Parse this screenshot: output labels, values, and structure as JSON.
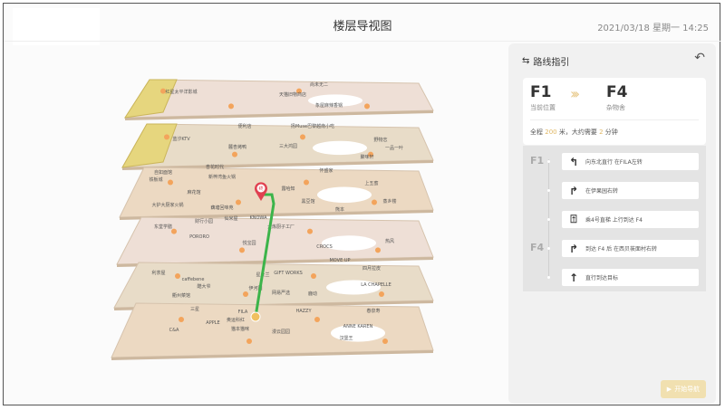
{
  "header": {
    "title": "楼层导视图",
    "datetime": "2021/03/18 星期一 14:25"
  },
  "map": {
    "pin_label": "终",
    "route_color": "#3cb44a",
    "floor_colors": [
      "#eedfd6",
      "#e8dcc8",
      "#ecd9c2"
    ],
    "stores": [
      "红星太平洋影城",
      "尚未无二",
      "天猫旧物商店",
      "象屋麻辣香锅",
      "蓝汐KTV",
      "便利店",
      "扬Muse巴黎越南小吃",
      "麓杏烤鸭",
      "三大鸿园",
      "野物志",
      "一品一叶",
      "聚味轩",
      "杏花时代",
      "自如面馆",
      "铁板城",
      "新梓湾鱼火锅",
      "怀盛家",
      "上五蜜",
      "麻花馆",
      "露哈知",
      "黑豆馆",
      "蒸乡楼",
      "大护大厨家火锅",
      "藕塘回味苑",
      "熊本",
      "财行小园",
      "仙米屋",
      "KNOWA",
      "大炼厨子工厂",
      "东堂学膳",
      "PORORO",
      "悦宝园",
      "CROCS",
      "热风",
      "MOVE UP",
      "利茶屋",
      "caffebene",
      "四月拉皮",
      "GIFT WORKS",
      "星火兰",
      "酷大爷",
      "伊河园",
      "LA CHAPELLE",
      "网易严选",
      "衢州菜馆",
      "鹿动",
      "三星",
      "FILA",
      "HAZZY",
      "APPLE",
      "奥运科红",
      "猫本猫咪",
      "C&A",
      "漫云园园",
      "ANNE KAREN",
      "汉堡王",
      "春泉寿"
    ]
  },
  "panel": {
    "title": "路线指引",
    "from": {
      "floor": "F1",
      "label": "当前位置"
    },
    "to": {
      "floor": "F4",
      "label": "杂物舍"
    },
    "summary": {
      "pre": "全程",
      "distance": "200",
      "mid": "米，大约需要",
      "minutes": "2",
      "post": "分钟"
    },
    "steps_floors": [
      "F1",
      "F4"
    ],
    "steps": [
      {
        "icon": "turn-left",
        "glyph": "↰",
        "text": "向东北直行 在FILA左转"
      },
      {
        "icon": "turn-right",
        "glyph": "↱",
        "text": "在伊果园右转"
      },
      {
        "icon": "elevator",
        "glyph": "⍐",
        "text": "乘4号直梯 上行到达 F4"
      },
      {
        "icon": "turn-right",
        "glyph": "↱",
        "text": "到达 F4 后 在西贝莜面村右转"
      },
      {
        "icon": "straight",
        "glyph": "↑",
        "text": "直行到达目标"
      }
    ],
    "start_button": "开始导航",
    "accent": "#e0b866"
  }
}
